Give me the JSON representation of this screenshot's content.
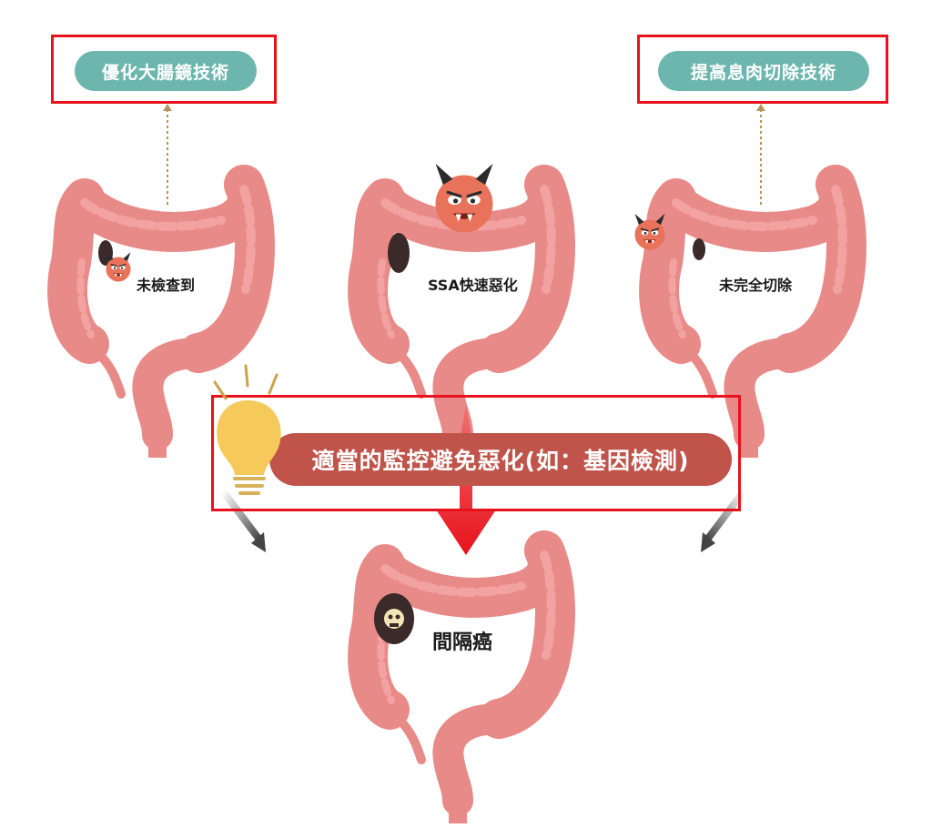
{
  "top_left": {
    "pill_label": "優化大腸鏡技術"
  },
  "top_right": {
    "pill_label": "提高息肉切除技術"
  },
  "colons": {
    "left_label": "未檢查到",
    "center_label": "SSA快速惡化",
    "right_label": "未完全切除",
    "bottom_label": "間隔癌"
  },
  "banner": {
    "text": "適當的監控避免惡化(如：基因檢測)"
  },
  "colors": {
    "highlight_box": "#e8121c",
    "pill": "#6cb6ad",
    "banner": "#c0544b",
    "colon": "#e88a88",
    "colon_highlight": "#f2a3a1",
    "bulb": "#f5c95a",
    "arrow_red": "#e8121c"
  }
}
